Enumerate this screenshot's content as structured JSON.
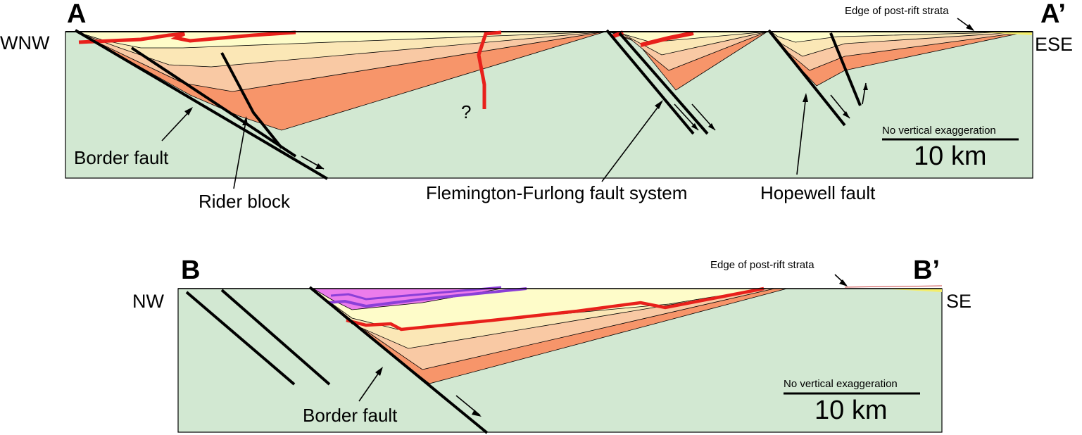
{
  "section_a": {
    "label_left": "A",
    "label_right": "A’",
    "dir_left": "WNW",
    "dir_right": "ESE",
    "edge_label": "Edge of post-rift strata",
    "question_mark": "?",
    "scale_note": "No vertical exaggeration",
    "scale_value": "10 km",
    "labels": {
      "border_fault": "Border fault",
      "rider_block": "Rider block",
      "flemington": "Flemington-Furlong fault system",
      "hopewell": "Hopewell fault"
    }
  },
  "section_b": {
    "label_left": "B",
    "label_right": "B’",
    "dir_left": "NW",
    "dir_right": "SE",
    "edge_label": "Edge of post-rift strata",
    "scale_note": "No vertical exaggeration",
    "scale_value": "10 km",
    "labels": {
      "border_fault": "Border fault"
    }
  },
  "colors": {
    "basement": "#d2e8d2",
    "layer_top": "#fefcc9",
    "layer_2": "#fbe7b6",
    "layer_3": "#f9c9a4",
    "layer_4": "#f7956a",
    "red_bed": "#e8201b",
    "purple_bed": "#8b3fd8",
    "pink_fill": "#ec7cec"
  }
}
